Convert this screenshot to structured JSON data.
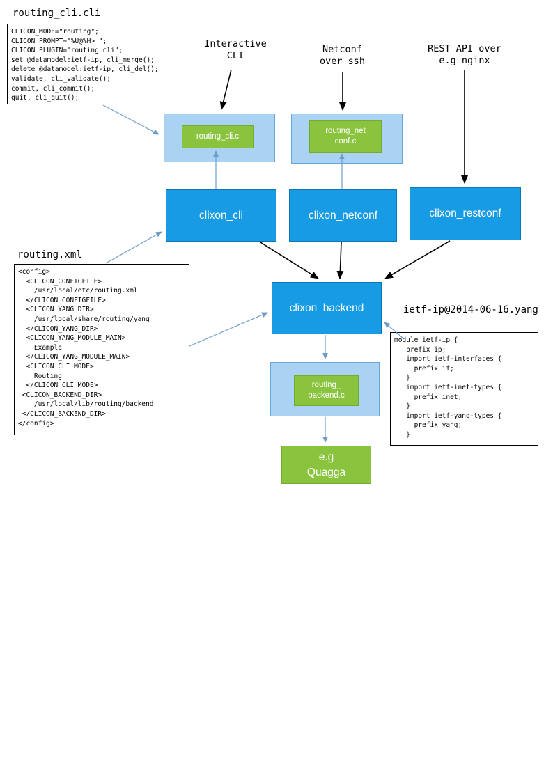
{
  "diagram": {
    "files": {
      "cli_spec": {
        "title": "routing_cli.cli",
        "code": "CLICON_MODE=\"routing\";\nCLICON_PROMPT=\"%U@%H> \";\nCLICON_PLUGIN=\"routing_cli\";\nset @datamodel:ietf-ip, cli_merge();\ndelete @datamodel:ietf-ip, cli_del();\nvalidate, cli_validate();\ncommit, cli_commit();\nquit, cli_quit();"
      },
      "config_xml": {
        "title": "routing.xml",
        "code": "<config>\n  <CLICON_CONFIGFILE>\n    /usr/local/etc/routing.xml\n  </CLICON_CONFIGFILE>\n  <CLICON_YANG_DIR>\n    /usr/local/share/routing/yang\n  </CLICON_YANG_DIR>\n  <CLICON_YANG_MODULE_MAIN>\n    Example\n  </CLICON_YANG_MODULE_MAIN>\n  <CLICON_CLI_MODE>\n    Routing\n  </CLICON_CLI_MODE>\n <CLICON_BACKEND_DIR>\n    /usr/local/lib/routing/backend\n </CLICON_BACKEND_DIR>\n</config>"
      },
      "yang_module": {
        "title": "ietf-ip@2014-06-16.yang",
        "code": "module ietf-ip {\n   prefix ip;\n   import ietf-interfaces {\n     prefix if;\n   }\n   import ietf-inet-types {\n     prefix inet;\n   }\n   import ietf-yang-types {\n     prefix yang;\n   }"
      }
    },
    "annotations": {
      "interactive_cli": "Interactive\nCLI",
      "netconf_ssh": "Netconf\nover ssh",
      "rest_api": "REST API over\ne.g nginx"
    },
    "nodes": {
      "routing_cli_c": "routing_cli.c",
      "routing_netconf_c": "routing_net\nconf.c",
      "clixon_cli": "clixon_cli",
      "clixon_netconf": "clixon_netconf",
      "clixon_restconf": "clixon_restconf",
      "clixon_backend": "clixon_backend",
      "routing_backend_c": "routing_\nbackend.c",
      "quagga": "e.g\nQuagga"
    },
    "colors": {
      "node_blue": "#169be4",
      "node_light_blue": "#a9d2f3",
      "node_green": "#8ac43f",
      "arrow_blue": "#6d9cc9",
      "arrow_black": "#000000"
    }
  }
}
